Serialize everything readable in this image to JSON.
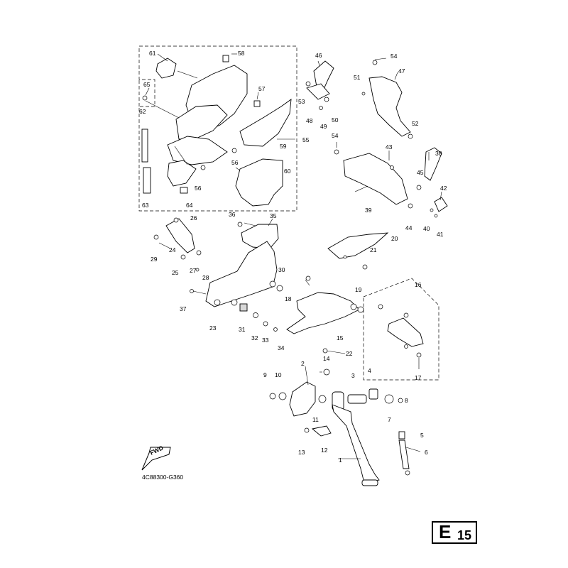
{
  "diagram": {
    "catalog_code": "4C88300-G360",
    "fwd_label": "FWD",
    "page_code": {
      "letter": "E",
      "number": "15"
    },
    "callouts": [
      "1",
      "2",
      "3",
      "4",
      "5",
      "6",
      "7",
      "8",
      "9",
      "10",
      "11",
      "12",
      "13",
      "14",
      "15",
      "16",
      "17",
      "18",
      "19",
      "20",
      "21",
      "22",
      "23",
      "24",
      "25",
      "26",
      "27",
      "28",
      "29",
      "30",
      "31",
      "32",
      "33",
      "34",
      "35",
      "36",
      "37",
      "38",
      "39",
      "40",
      "41",
      "42",
      "43",
      "44",
      "45",
      "46",
      "47",
      "48",
      "49",
      "50",
      "51",
      "52",
      "53",
      "54",
      "55",
      "56",
      "57",
      "58",
      "59",
      "60",
      "61",
      "62",
      "63",
      "64",
      "65"
    ]
  }
}
